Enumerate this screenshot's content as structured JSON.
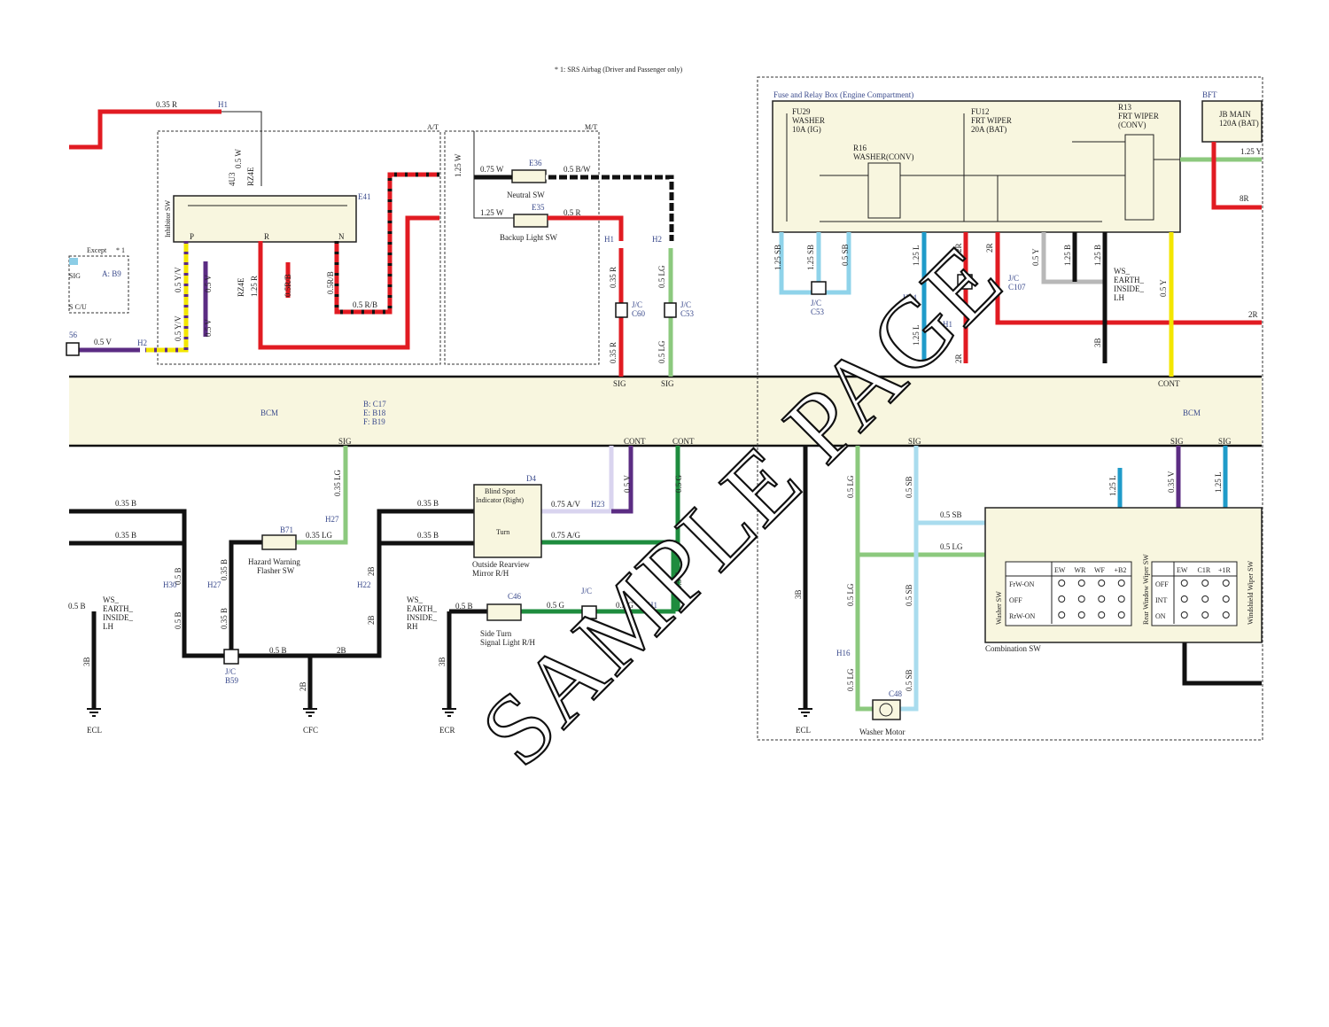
{
  "note": "* 1: SRS Airbag (Driver and Passenger only)",
  "watermark": "SAMPLE PAGE",
  "bcm": {
    "label_left": "BCM",
    "label_right": "BCM",
    "connectors": [
      "B: C17",
      "E: B18",
      "F: B19"
    ]
  },
  "sections": {
    "at": "A/T",
    "mt": "M/T",
    "except": "Except",
    "except_star": "* 1",
    "fuse_box": "Fuse and Relay Box (Engine Compartment)",
    "bft": "BFT"
  },
  "components": {
    "inhibitor_sw": "Inhibitor SW",
    "e41": "E41",
    "inh_p": "P",
    "inh_r": "R",
    "inh_n": "N",
    "e36": "E36",
    "neutral_sw": "Neutral SW",
    "e35": "E35",
    "backup_sw": "Backup Light SW",
    "fu29_a": "FU29",
    "fu29_b": "WASHER",
    "fu29_c": "10A (IG)",
    "fu12_a": "FU12",
    "fu12_b": "FRT WIPER",
    "fu12_c": "20A (BAT)",
    "r13_a": "R13",
    "r13_b": "FRT WIPER",
    "r13_c": "(CONV)",
    "r16_a": "R16",
    "r16_b": "WASHER(CONV)",
    "jb_a": "JB MAIN",
    "jb_b": "120A (BAT)",
    "b71": "B71",
    "hazard_a": "Hazard Warning",
    "hazard_b": "Flasher SW",
    "d4": "D4",
    "blind_a": "Blind Spot",
    "blind_b": "Indicator (Right)",
    "turn": "Turn",
    "mirror_a": "Outside Rearview",
    "mirror_b": "Mirror R/H",
    "c46": "C46",
    "side_a": "Side Turn",
    "side_b": "Signal Light  R/H",
    "c48": "C48",
    "washer_motor": "Washer Motor",
    "combo": "Combination SW",
    "washer_sw": "Washer SW",
    "rear_wiper_sw": "Rear Window Wiper SW",
    "wind_wiper_sw": "Windshield Wiper SW",
    "ws_lh_a": "WS_",
    "ws_lh_b": "EARTH_",
    "ws_lh_c": "INSIDE_",
    "ws_lh_d": "LH",
    "ws_rh_d": "RH",
    "ecl": "ECL",
    "cfc": "CFC",
    "ecr": "ECR",
    "sig": "SIG",
    "a_b9": "A: B9",
    "sc_u": "S C/U",
    "jc": "J/C",
    "jc_c60": "C60",
    "jc_c53": "C53",
    "jc_c107": "C107",
    "jc_b59": "B59",
    "jc_56": "56"
  },
  "washer_table": {
    "headers": [
      "EW",
      "WR",
      "WF",
      "+B2"
    ],
    "rows": [
      "FrW-ON",
      "OFF",
      "RrW-ON"
    ]
  },
  "wiper_table": {
    "headers": [
      "EW",
      "C1R",
      "+1R"
    ],
    "rows": [
      "OFF",
      "INT",
      "ON"
    ]
  },
  "wires": {
    "w035r": "0.35 R",
    "w05v": "0.5 V",
    "w05yv": "0.5 Y/V",
    "w05rb": "0.5 R/B",
    "w05rb2": "0.5R/B",
    "w075w": "0.75 W",
    "w05bw": "0.5 B/W",
    "w125w": "1.25 W",
    "w05r": "0.5 R",
    "w035r2": "0.35 R",
    "w05lg": "0.5 LG",
    "w125sb": "1.25 SB",
    "w05sb": "0.5 SB",
    "w125l": "1.25 L",
    "w2r": "2R",
    "w05y": "0.5 Y",
    "w125b": "1.25 B",
    "w3b": "3B",
    "w8r": "8R",
    "w125y": "1.25 Y",
    "w035b": "0.35 B",
    "w05b": "0.5 B",
    "w035lg": "0.35 LG",
    "w2b": "2B",
    "w075av": "0.75 A/V",
    "w075ag": "0.75 A/G",
    "w05g": "0.5 G",
    "w035v": "0.35 V",
    "w125l2": "1.25 L",
    "rz4e": "RZ4E",
    "w4u3": "4U3",
    "w05w": "0.5 W",
    "w125rs": "1.25 R"
  },
  "connectors": {
    "h1": "H1",
    "h2": "H2",
    "h30": "H30",
    "h27": "H27",
    "h22": "H22",
    "h23": "H23",
    "h14": "H14",
    "h16": "H16",
    "sig": "SIG",
    "cont": "CONT"
  }
}
